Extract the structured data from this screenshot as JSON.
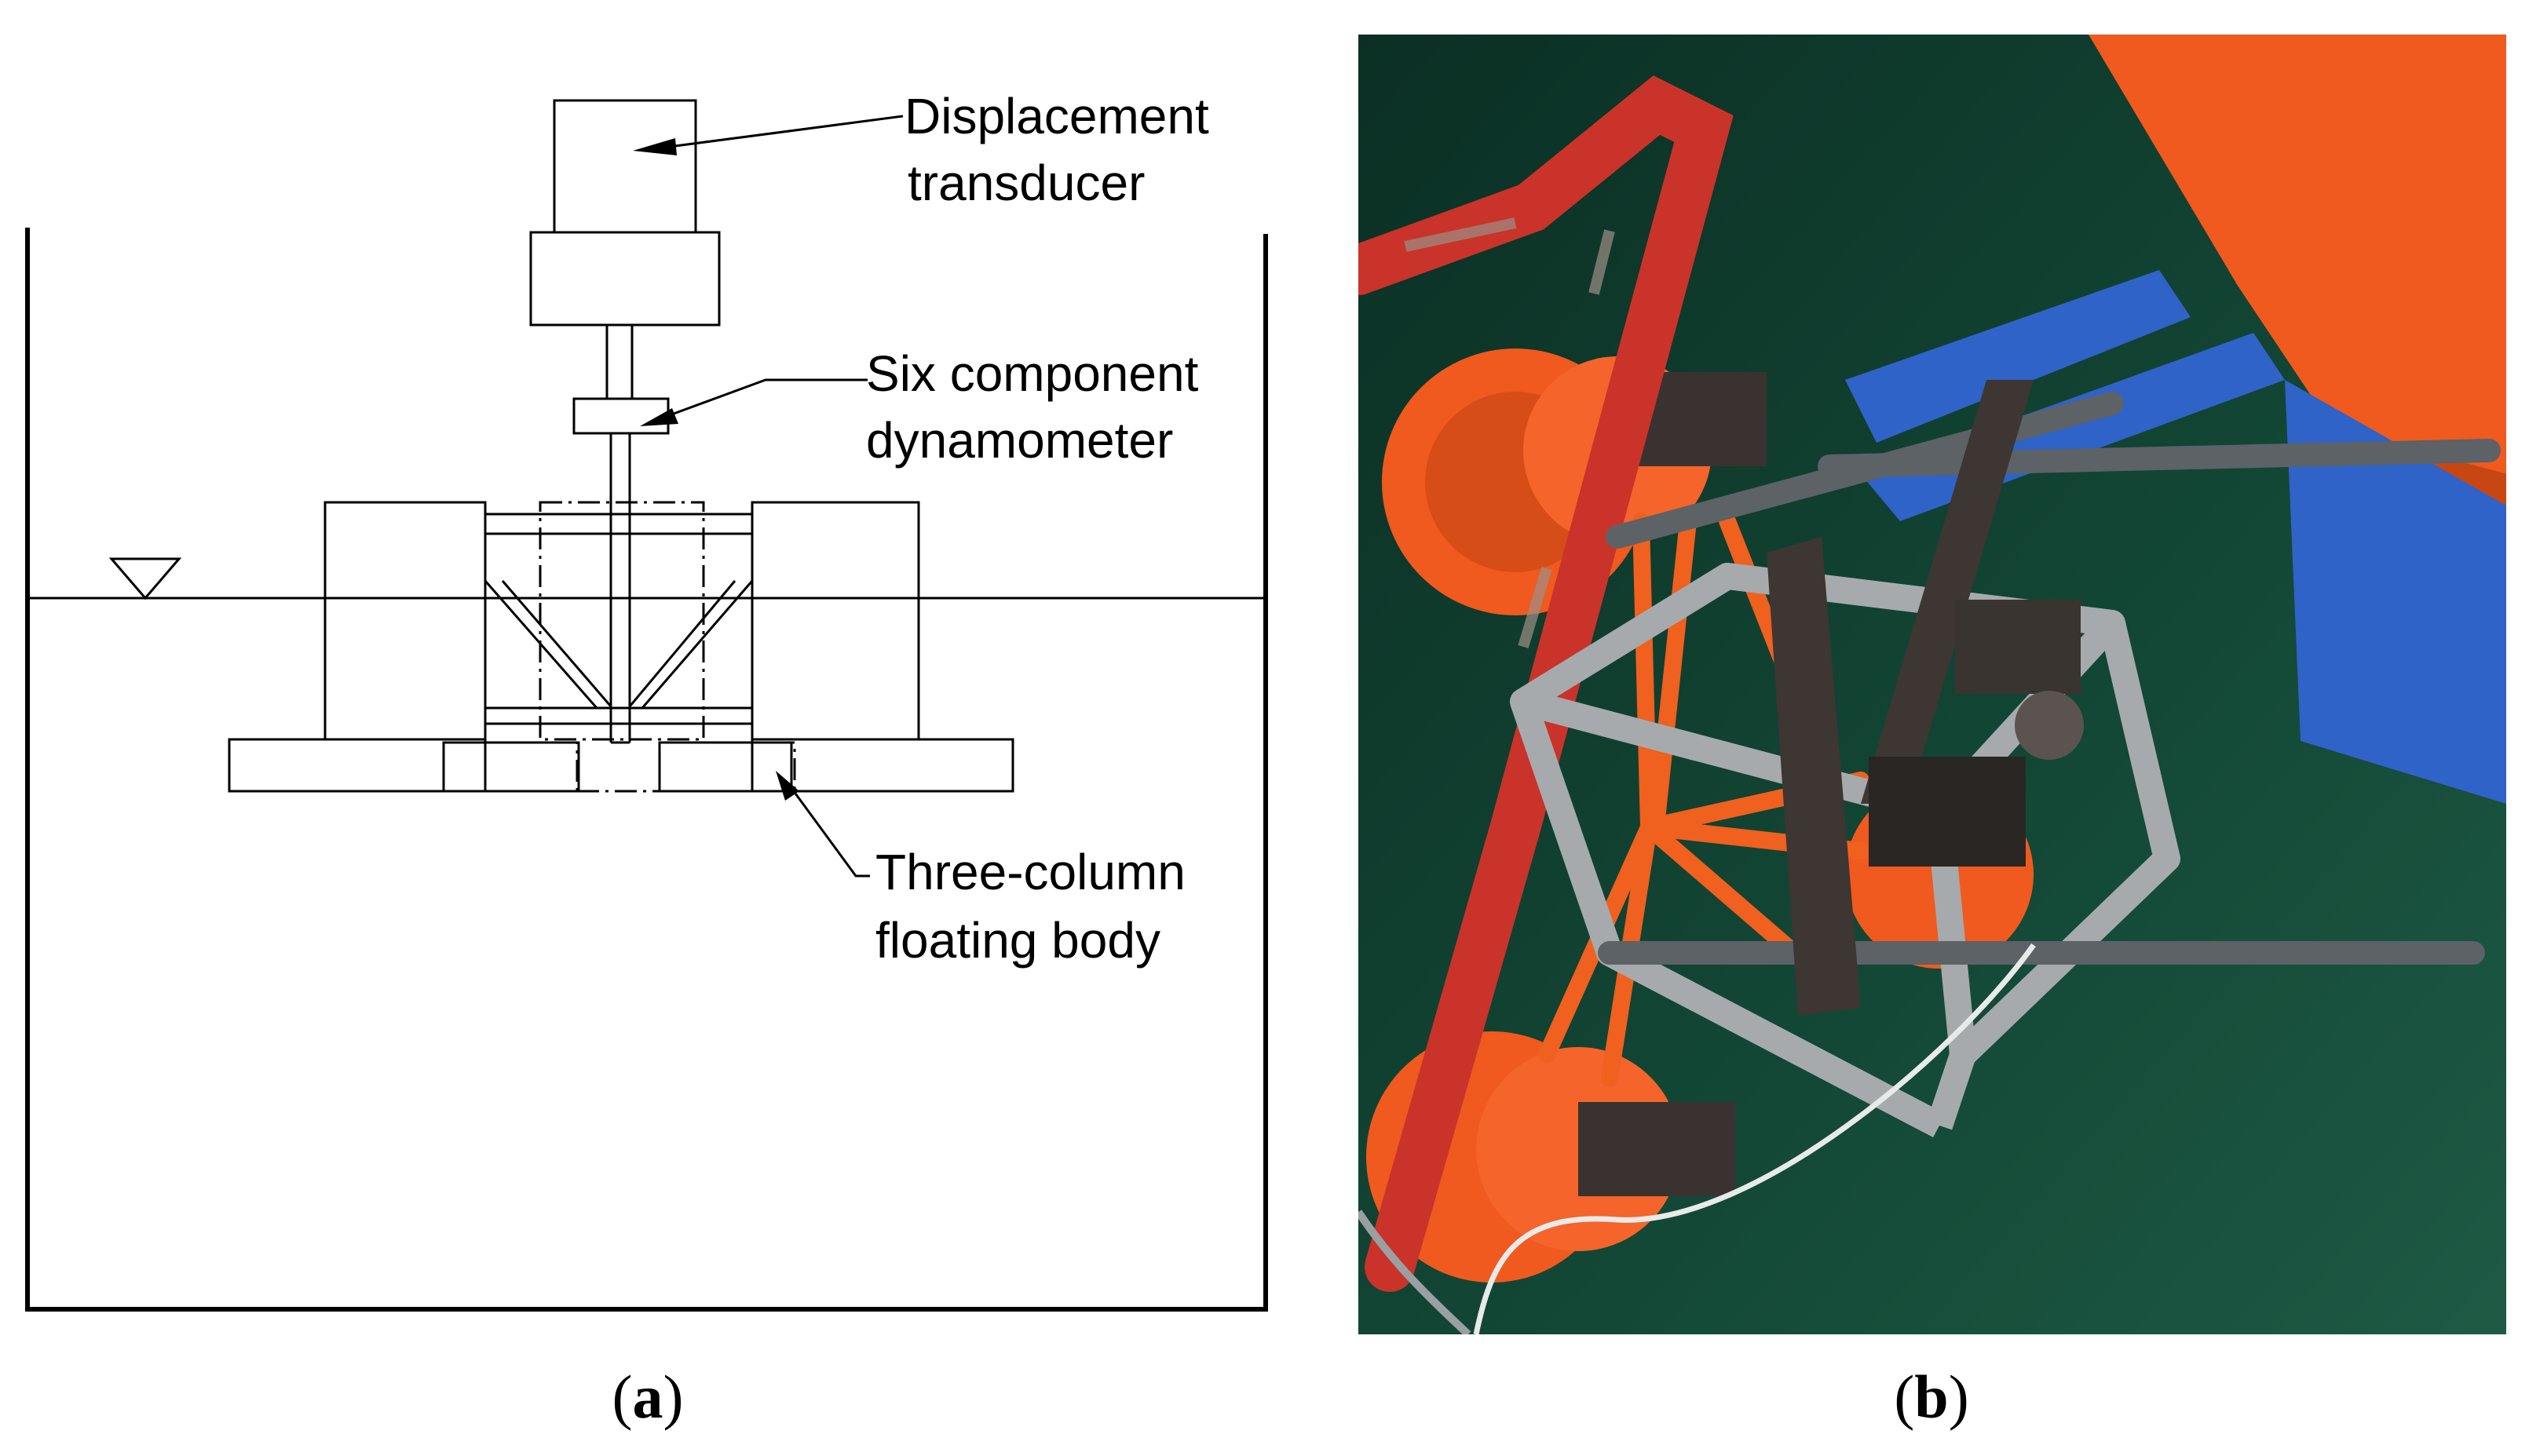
{
  "panel_a": {
    "labels": {
      "displacement_line1": "Displacement",
      "displacement_line2": "transducer",
      "dynamometer_line1": "Six component",
      "dynamometer_line2": "dynamometer",
      "floating_line1": "Three-column",
      "floating_line2": "floating body"
    },
    "caption_letter": "a"
  },
  "panel_b": {
    "caption_letter": "b",
    "colors": {
      "water": "#0f3a2c",
      "orange": "#f4581c",
      "red_pipe": "#c8322a",
      "blue_frame": "#2d5fc4",
      "steel": "#9a9fa3"
    }
  }
}
